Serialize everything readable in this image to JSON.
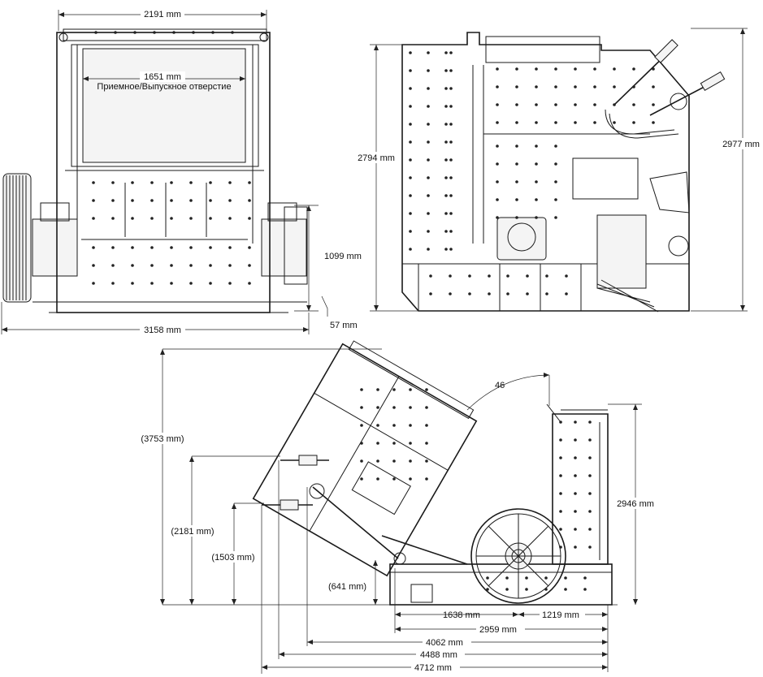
{
  "front_view": {
    "width_top": "2191 mm",
    "opening_width": "1651 mm",
    "opening_label": "Приемное/Выпускное отверстие",
    "height_right": "1099 mm",
    "width_total": "3158 mm",
    "offset": "57 mm"
  },
  "side_view": {
    "height_left": "2794 mm",
    "height_right": "2977 mm"
  },
  "open_view": {
    "angle": "46",
    "height_total": "(3753 mm)",
    "height_cyl_upper": "(2181 mm)",
    "height_cyl_lower": "(1503 mm)",
    "height_pivot": "(641 mm)",
    "height_frame": "2946 mm",
    "len_1": "1638 mm",
    "len_2": "1219 mm",
    "len_3": "2959 mm",
    "len_4": "4062 mm",
    "len_5": "4488 mm",
    "len_6": "4712 mm"
  }
}
